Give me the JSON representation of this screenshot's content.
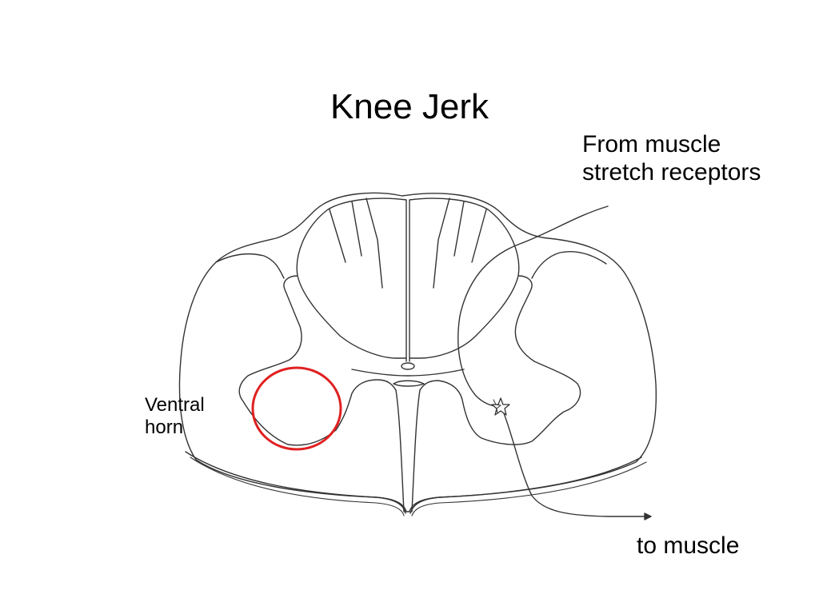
{
  "slide": {
    "title": "Knee Jerk",
    "labels": {
      "afferent_line1": "From muscle",
      "afferent_line2": "stretch receptors",
      "ventral_line1": "Ventral",
      "ventral_line2": "horn",
      "efferent": "to muscle"
    }
  },
  "colors": {
    "outline": "#333333",
    "highlight": "#e02020",
    "text": "#000000"
  }
}
